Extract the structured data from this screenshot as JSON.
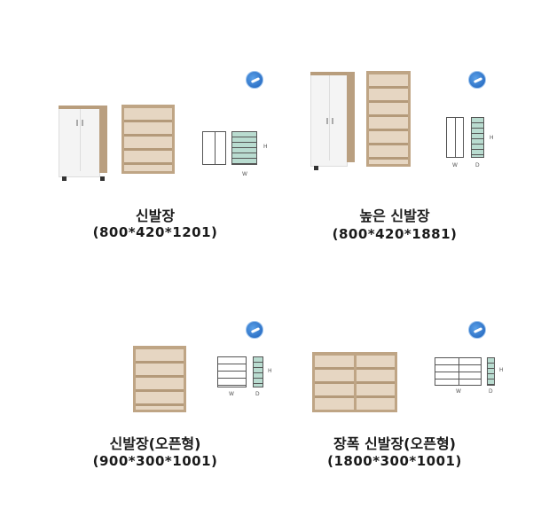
{
  "products": [
    {
      "name": "신발장",
      "dimensions": "(800*420*1201)",
      "dim_labels": [
        "H",
        "W"
      ]
    },
    {
      "name": "높은 신발장",
      "dimensions": "(800*420*1881)",
      "dim_labels": [
        "H",
        "W",
        "D"
      ]
    },
    {
      "name": "신발장(오픈형)",
      "dimensions": "(900*300*1001)",
      "dim_labels": [
        "H",
        "W",
        "D"
      ]
    },
    {
      "name": "장폭 신발장(오픈형)",
      "dimensions": "(1800*300*1001)",
      "dim_labels": [
        "H",
        "W",
        "D"
      ]
    }
  ],
  "colors": {
    "badge": "#1c5fb8",
    "wood": "#cdb79c",
    "door": "#f4f4f4",
    "diagram_fill": "#b9dcd0"
  },
  "icons": [
    "certification-badge-icon"
  ]
}
